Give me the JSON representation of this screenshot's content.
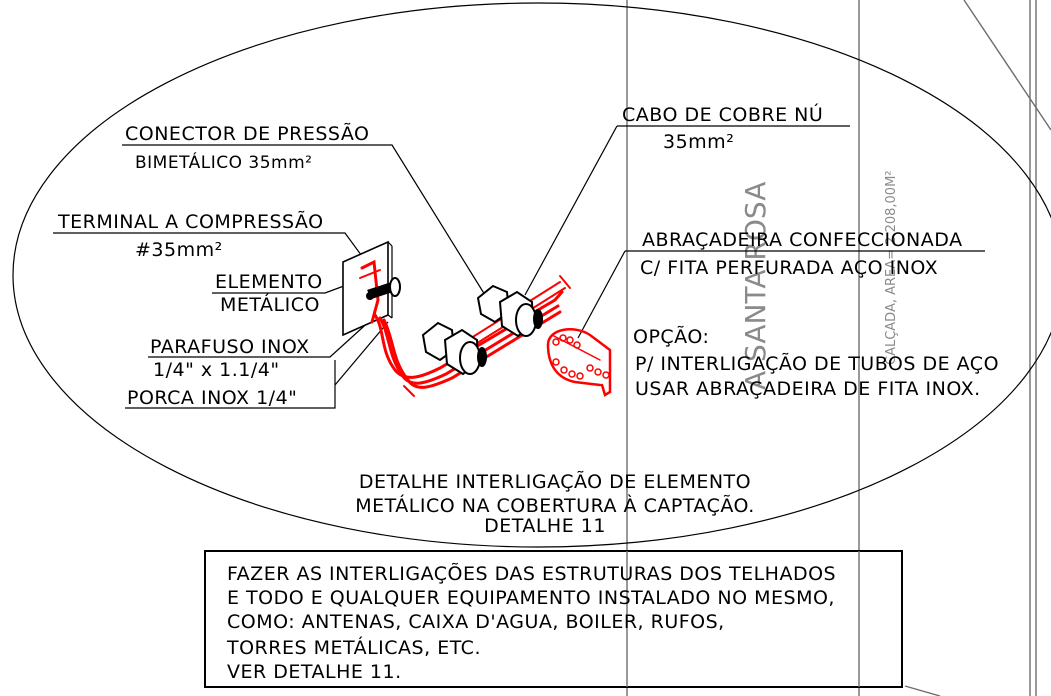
{
  "labels": {
    "conector_line1": "CONECTOR DE PRESSÃO",
    "conector_line2": "BIMETÁLICO 35mm²",
    "cabo_line1": "CABO DE COBRE NÚ",
    "cabo_line2": "35mm²",
    "terminal_line1": "TERMINAL A COMPRESSÃO",
    "terminal_line2": "#35mm²",
    "elemento_line1": "ELEMENTO",
    "elemento_line2": "METÁLICO",
    "parafuso_line1": "PARAFUSO INOX",
    "parafuso_line2": "1/4\" x 1.1/4\"",
    "parafuso_line3": "PORCA INOX 1/4\"",
    "abracadeira_line1": "ABRAÇADEIRA CONFECCIONADA",
    "abracadeira_line2": "C/ FITA PERFURADA AÇO INOX",
    "opcao_line1": "OPÇÃO:",
    "opcao_line2": "P/ INTERLIGAÇÃO DE TUBOS DE AÇO",
    "opcao_line3": "USAR ABRAÇADEIRA DE FITA INOX."
  },
  "caption": {
    "line1": "DETALHE INTERLIGAÇÃO DE ELEMENTO",
    "line2": "METÁLICO NA COBERTURA À CAPTAÇÃO.",
    "line3": "DETALHE 11"
  },
  "note": {
    "line1": "FAZER AS INTERLIGAÇÕES DAS ESTRUTURAS DOS TELHADOS",
    "line2": "E TODO E QUALQUER EQUIPAMENTO INSTALADO NO MESMO,",
    "line3": "COMO: ANTENAS, CAIXA D'AGUA, BOILER, RUFOS,",
    "line4": "TORRES METÁLICAS, ETC.",
    "line5": "VER DETALHE 11."
  },
  "background": {
    "street_name": "A SANTA ROSA",
    "calcada_label": "CALÇADA, AREA= 2.208,00M²"
  },
  "colors": {
    "cable": "#ff0000",
    "line": "#000000",
    "background_lines": "#6e6e6e"
  }
}
